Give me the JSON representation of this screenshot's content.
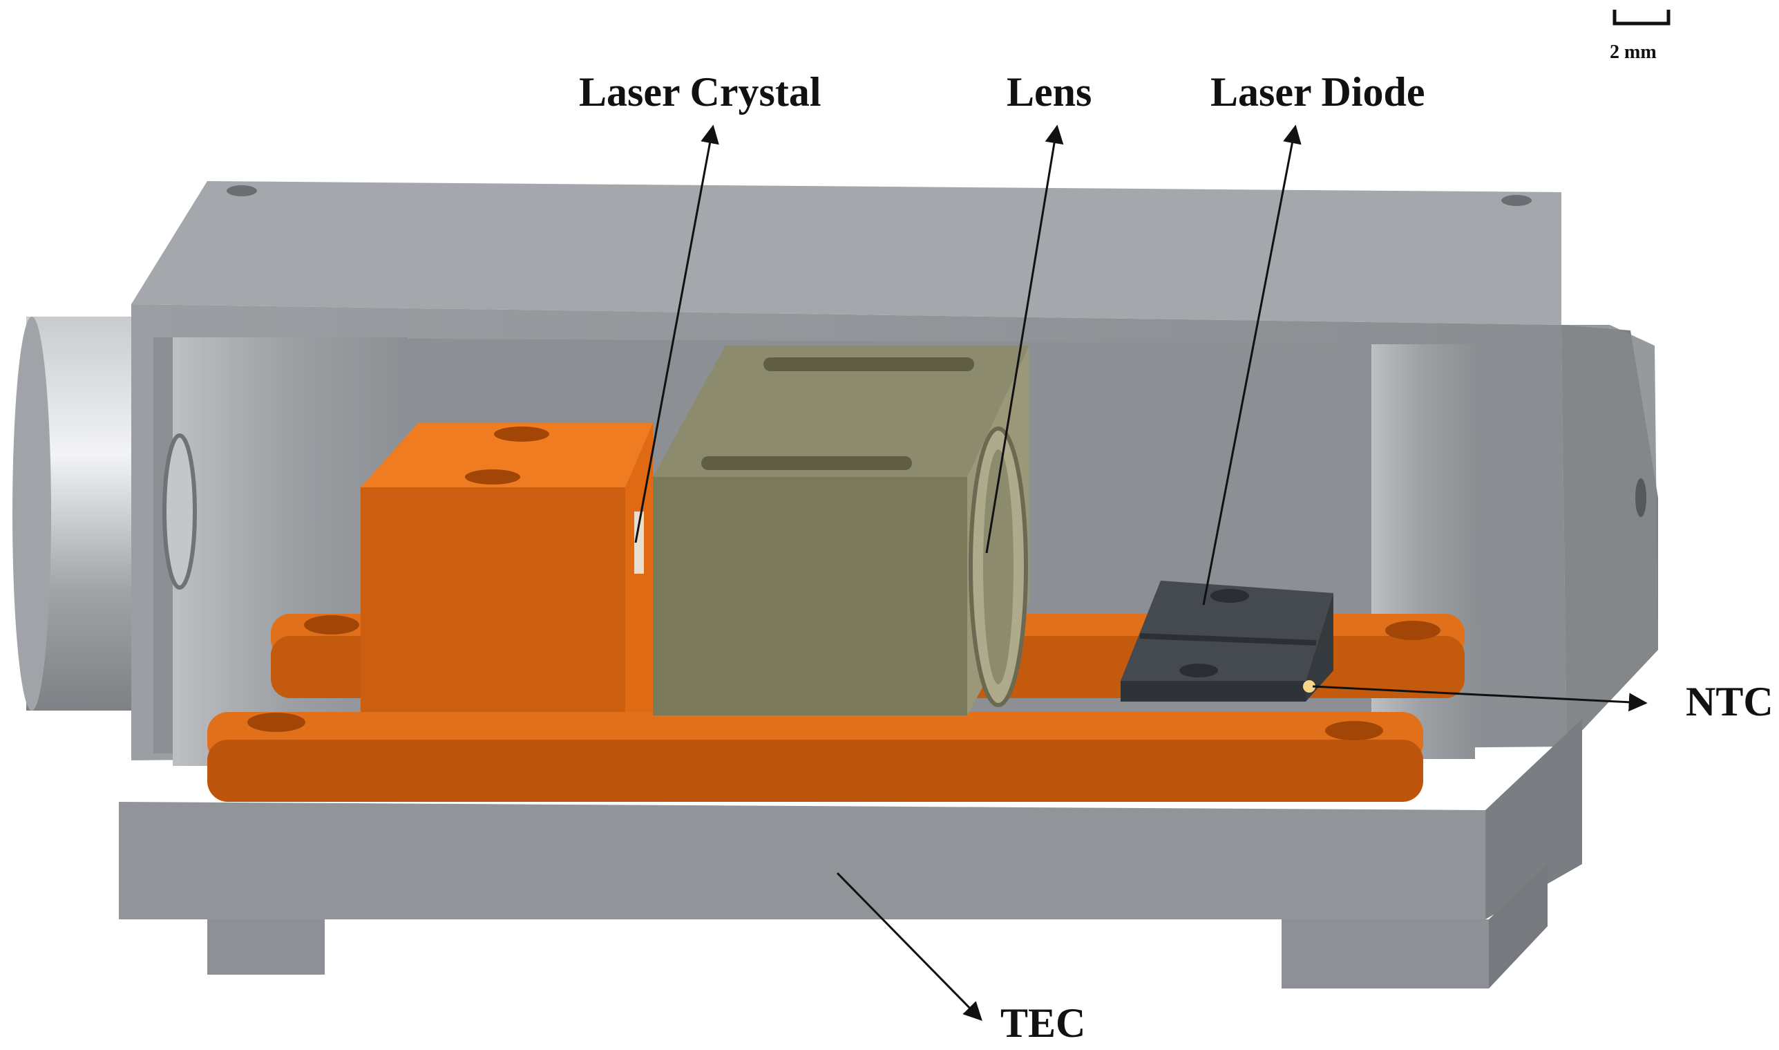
{
  "labels": {
    "laser_crystal": "Laser Crystal",
    "lens": "Lens",
    "laser_diode": "Laser Diode",
    "ntc": "NTC",
    "tec": "TEC",
    "scale": "2 mm"
  },
  "colors": {
    "housing": "#8e9196",
    "housing_light": "#a9acb0",
    "housing_dark": "#6f7276",
    "copper": "#d9660f",
    "copper_light": "#ee7a1c",
    "copper_dark": "#b4520a",
    "lens_mount": "#7d7c5e",
    "diode": "#3c4146",
    "arrow": "#111111"
  }
}
